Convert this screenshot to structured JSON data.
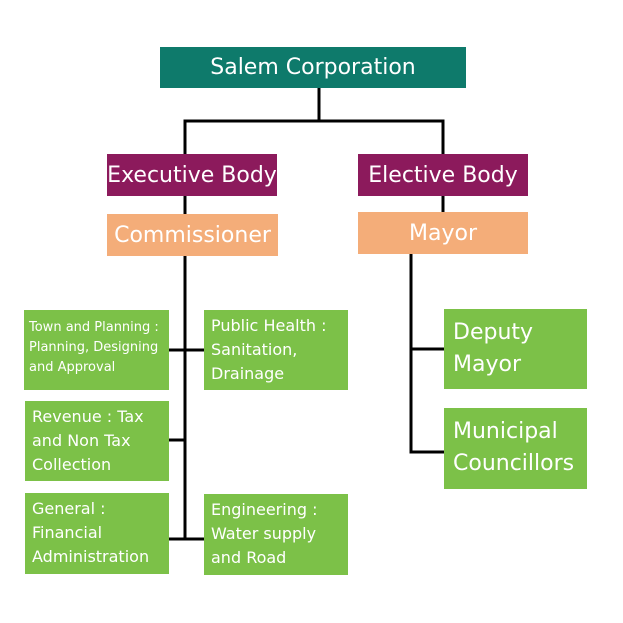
{
  "root": {
    "label": "Salem Corporation"
  },
  "bodies": {
    "executive": "Executive Body",
    "elective": "Elective Body"
  },
  "roles": {
    "commissioner": "Commissioner",
    "mayor": "Mayor"
  },
  "departments": {
    "town_planning": "Town and Planning : Planning, Designing and Approval",
    "public_health": "Public Health : Sanitation, Drainage",
    "revenue": "Revenue : Tax and Non Tax Collection",
    "general": "General : Financial Administration",
    "engineering": "Engineering : Water supply and Road",
    "deputy_mayor": "Deputy Mayor",
    "councillors": "Municipal Councillors"
  },
  "colors": {
    "root": "#0e7a6b",
    "body": "#8c1a5c",
    "role": "#f4ad79",
    "department": "#7cc148",
    "connector": "#000000"
  }
}
